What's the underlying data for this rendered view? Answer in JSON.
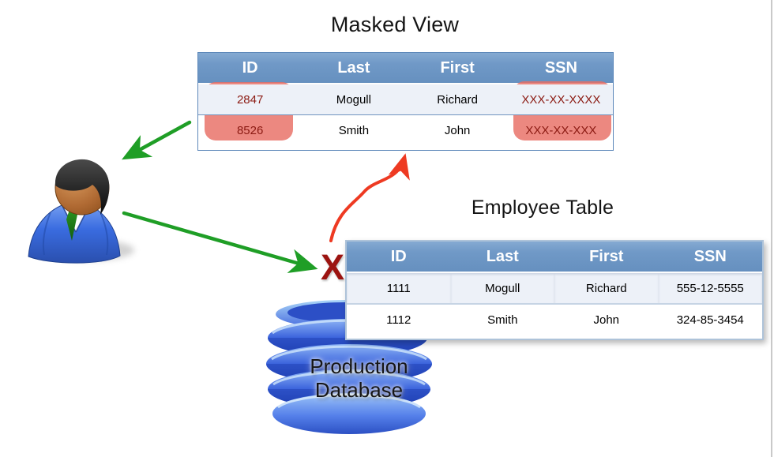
{
  "masked_view": {
    "title": "Masked View",
    "columns": [
      "ID",
      "Last",
      "First",
      "SSN"
    ],
    "rows": [
      [
        "2847",
        "Mogull",
        "Richard",
        "XXX-XX-XXXX"
      ],
      [
        "8526",
        "Smith",
        "John",
        "XXX-XX-XXX"
      ]
    ],
    "masked_columns": [
      "ID",
      "SSN"
    ]
  },
  "employee_table": {
    "title": "Employee Table",
    "columns": [
      "ID",
      "Last",
      "First",
      "SSN"
    ],
    "rows": [
      [
        "1111",
        "Mogull",
        "Richard",
        "555-12-5555"
      ],
      [
        "1112",
        "Smith",
        "John",
        "324-85-3454"
      ]
    ]
  },
  "database": {
    "label_line1": "Production",
    "label_line2": "Database"
  },
  "annotations": {
    "blocked_marker": "X"
  },
  "icons": {
    "user": "business-user-icon",
    "database": "production-database-icon"
  },
  "colors": {
    "table_header_blue": "#6e97c6",
    "row_alt": "#edf1f8",
    "mask_highlight": "#e86e64",
    "mask_text": "#8b1a12",
    "arrow_green": "#1f9e26",
    "arrow_red": "#ee3a22",
    "x_red": "#9c1310",
    "database_blue": "#3b63dc"
  }
}
